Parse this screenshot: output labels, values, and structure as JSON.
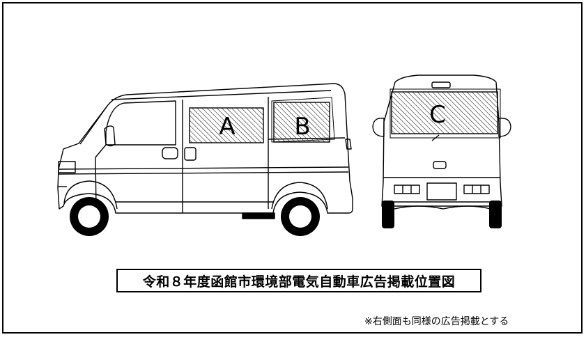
{
  "title": "令和８年度函館市環境部電気自動車広告掲載位置図",
  "note": "※右側面も同様の広告掲載とする",
  "areas": [
    {
      "id": "a",
      "label": "A"
    },
    {
      "id": "b",
      "label": "B"
    },
    {
      "id": "c",
      "label": "C"
    }
  ]
}
